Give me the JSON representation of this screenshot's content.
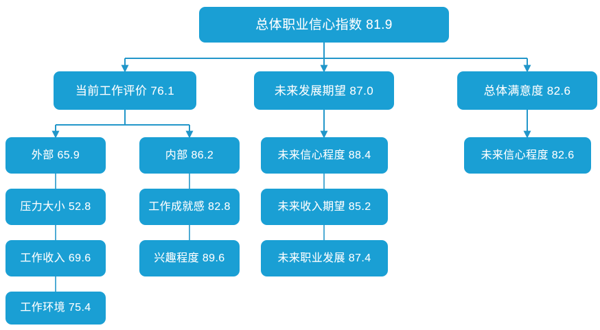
{
  "diagram": {
    "title_node": {
      "label": "总体职业信心指数 81.9",
      "name": "总体职业信心指数",
      "value": "81.9"
    },
    "theme": {
      "node_fill": "#1a9fd4",
      "connector_color": "#2196c9",
      "text_color": "#ffffff",
      "background": "#ffffff"
    },
    "level2": [
      {
        "label": "当前工作评价 76.1",
        "name": "当前工作评价",
        "value": "76.1"
      },
      {
        "label": "未来发展期望 87.0",
        "name": "未来发展期望",
        "value": "87.0"
      },
      {
        "label": "总体满意度 82.6",
        "name": "总体满意度",
        "value": "82.6"
      }
    ],
    "level3": [
      {
        "label": "外部 65.9",
        "name": "外部",
        "value": "65.9"
      },
      {
        "label": "内部 86.2",
        "name": "内部",
        "value": "86.2"
      },
      {
        "label": "未来信心程度 88.4",
        "name": "未来信心程度",
        "value": "88.4"
      },
      {
        "label": "未来信心程度 82.6",
        "name": "未来信心程度",
        "value": "82.6"
      }
    ],
    "chain_external": [
      {
        "label": "压力大小 52.8",
        "name": "压力大小",
        "value": "52.8"
      },
      {
        "label": "工作收入 69.6",
        "name": "工作收入",
        "value": "69.6"
      },
      {
        "label": "工作环境 75.4",
        "name": "工作环境",
        "value": "75.4"
      }
    ],
    "chain_internal": [
      {
        "label": "工作成就感 82.8",
        "name": "工作成就感",
        "value": "82.8"
      },
      {
        "label": "兴趣程度 89.6",
        "name": "兴趣程度",
        "value": "89.6"
      }
    ],
    "chain_future": [
      {
        "label": "未来收入期望 85.2",
        "name": "未来收入期望",
        "value": "85.2"
      },
      {
        "label": "未来职业发展 87.4",
        "name": "未来职业发展",
        "value": "87.4"
      }
    ]
  }
}
